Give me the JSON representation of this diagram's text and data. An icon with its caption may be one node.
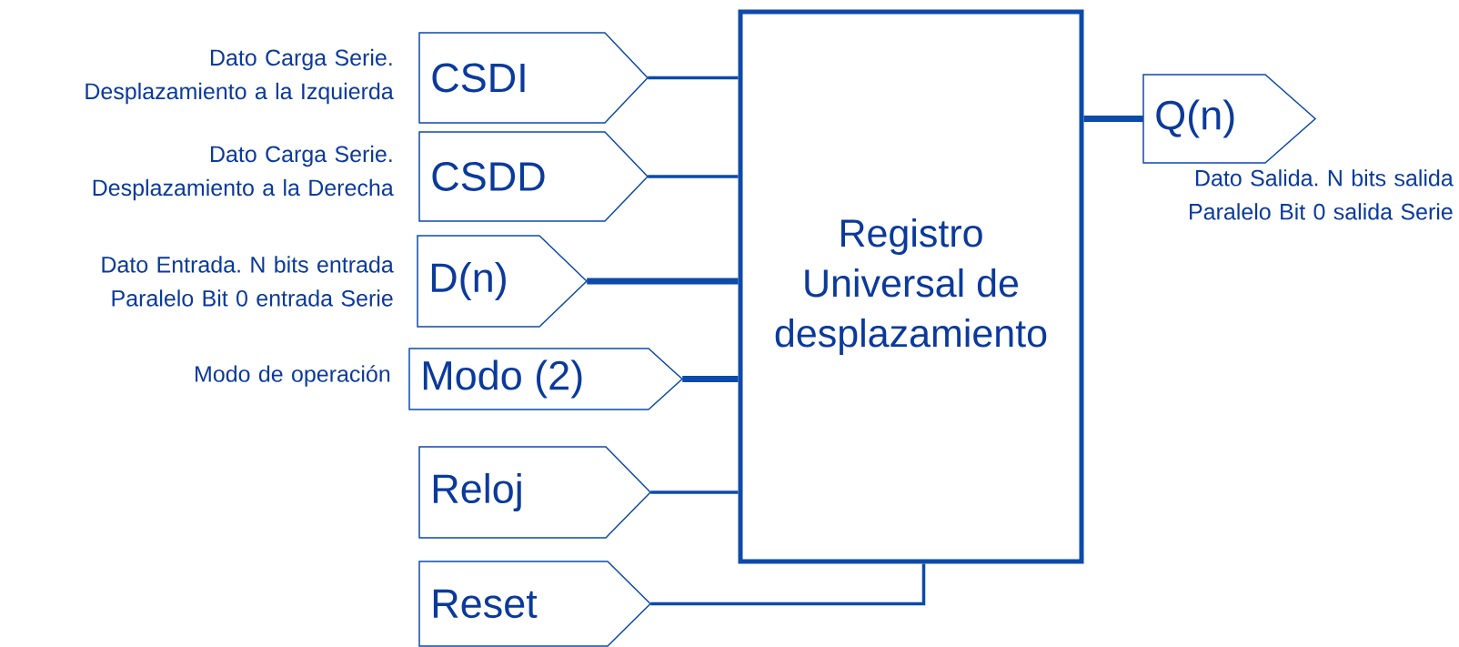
{
  "diagram": {
    "nodes": [
      {
        "text": [
          "Registro Universal de desplazamiento"
        ]
      },
      {
        "text": [
          "CSDI"
        ],
        "beside": [
          "Dato Carga Serie. Desplazamiento a la Izquierda"
        ]
      },
      {
        "text": [
          "CSDD"
        ],
        "beside": [
          "Dato Carga Serie. Desplazamiento a la Derecha"
        ]
      },
      {
        "text": [
          "D(n)"
        ],
        "beside": [
          "Dato Entrada. N bits entrada Paralelo Bit 0 entrada Serie"
        ]
      },
      {
        "text": [
          "Modo (2)"
        ],
        "beside": [
          "Modo de operación"
        ]
      },
      {
        "text": [
          "Reloj"
        ]
      },
      {
        "text": [
          "Reset"
        ]
      },
      {
        "text": [
          "Q(n)"
        ],
        "beside": [
          "Dato Salida. N bits salida Paralelo Bit 0 salida Serie"
        ]
      }
    ],
    "edges": [
      {
        "from": 1,
        "to": 0,
        "arrow": "none"
      },
      {
        "from": 2,
        "to": 0,
        "arrow": "none"
      },
      {
        "from": 3,
        "to": 0,
        "arrow": "none",
        "style": "thick"
      },
      {
        "from": 4,
        "to": 0,
        "arrow": "none",
        "style": "thick"
      },
      {
        "from": 5,
        "to": 0,
        "arrow": "none"
      },
      {
        "from": 6,
        "to": 0,
        "arrow": "none"
      },
      {
        "from": 0,
        "to": 7,
        "arrow": "none",
        "style": "thick"
      }
    ]
  }
}
